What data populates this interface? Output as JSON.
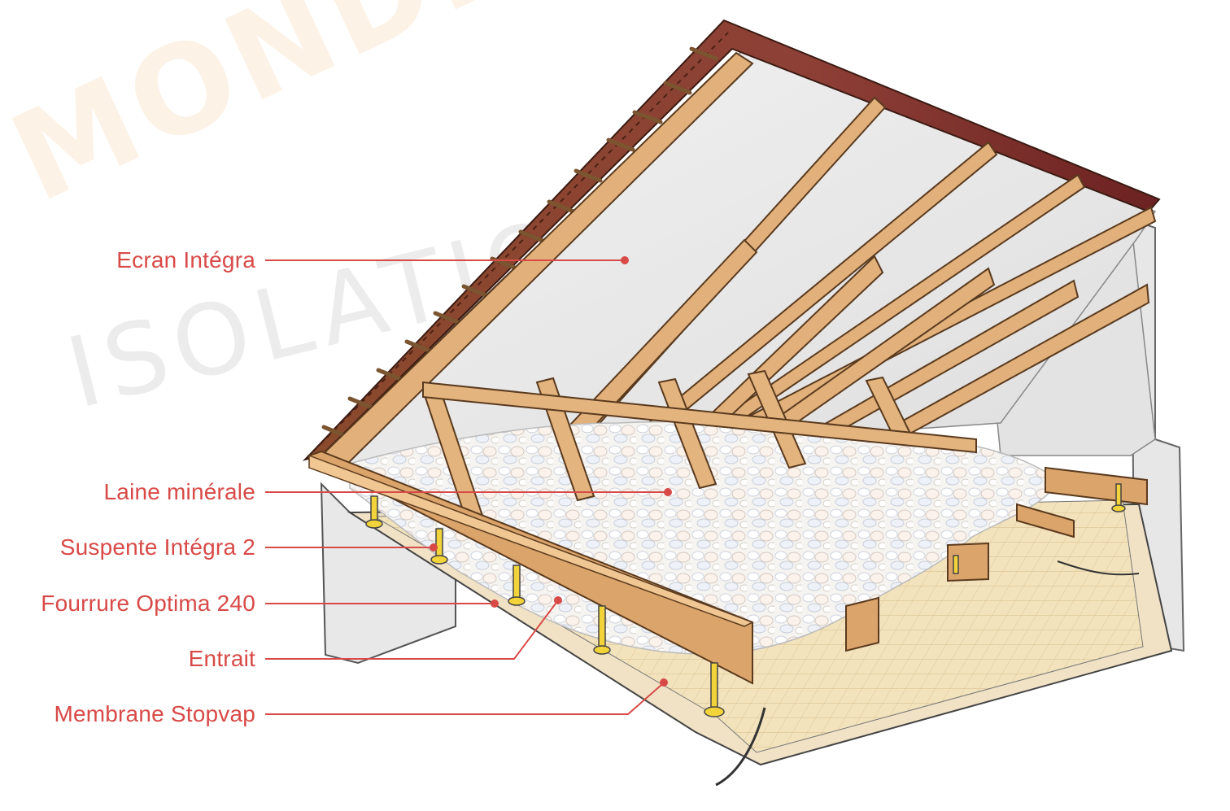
{
  "watermark": {
    "line1": "MONDIAL",
    "line2": "ISOLATION"
  },
  "labels": [
    {
      "id": "ecran",
      "text": "Ecran Intégra"
    },
    {
      "id": "laine",
      "text": "Laine minérale"
    },
    {
      "id": "suspente",
      "text": "Suspente Intégra 2"
    },
    {
      "id": "fourrure",
      "text": "Fourrure Optima 240"
    },
    {
      "id": "entrait",
      "text": "Entrait"
    },
    {
      "id": "membrane",
      "text": "Membrane Stopvap"
    }
  ],
  "colors": {
    "label_text": "#d84a47",
    "leader": "#d84a47",
    "timber": "#e0b07a",
    "timber_dark": "#b67d45",
    "roof_tile": "#7a3b2a",
    "wall": "#e6e6e6",
    "insulation": "#f3f1ee",
    "board": "#f1dfb8"
  }
}
